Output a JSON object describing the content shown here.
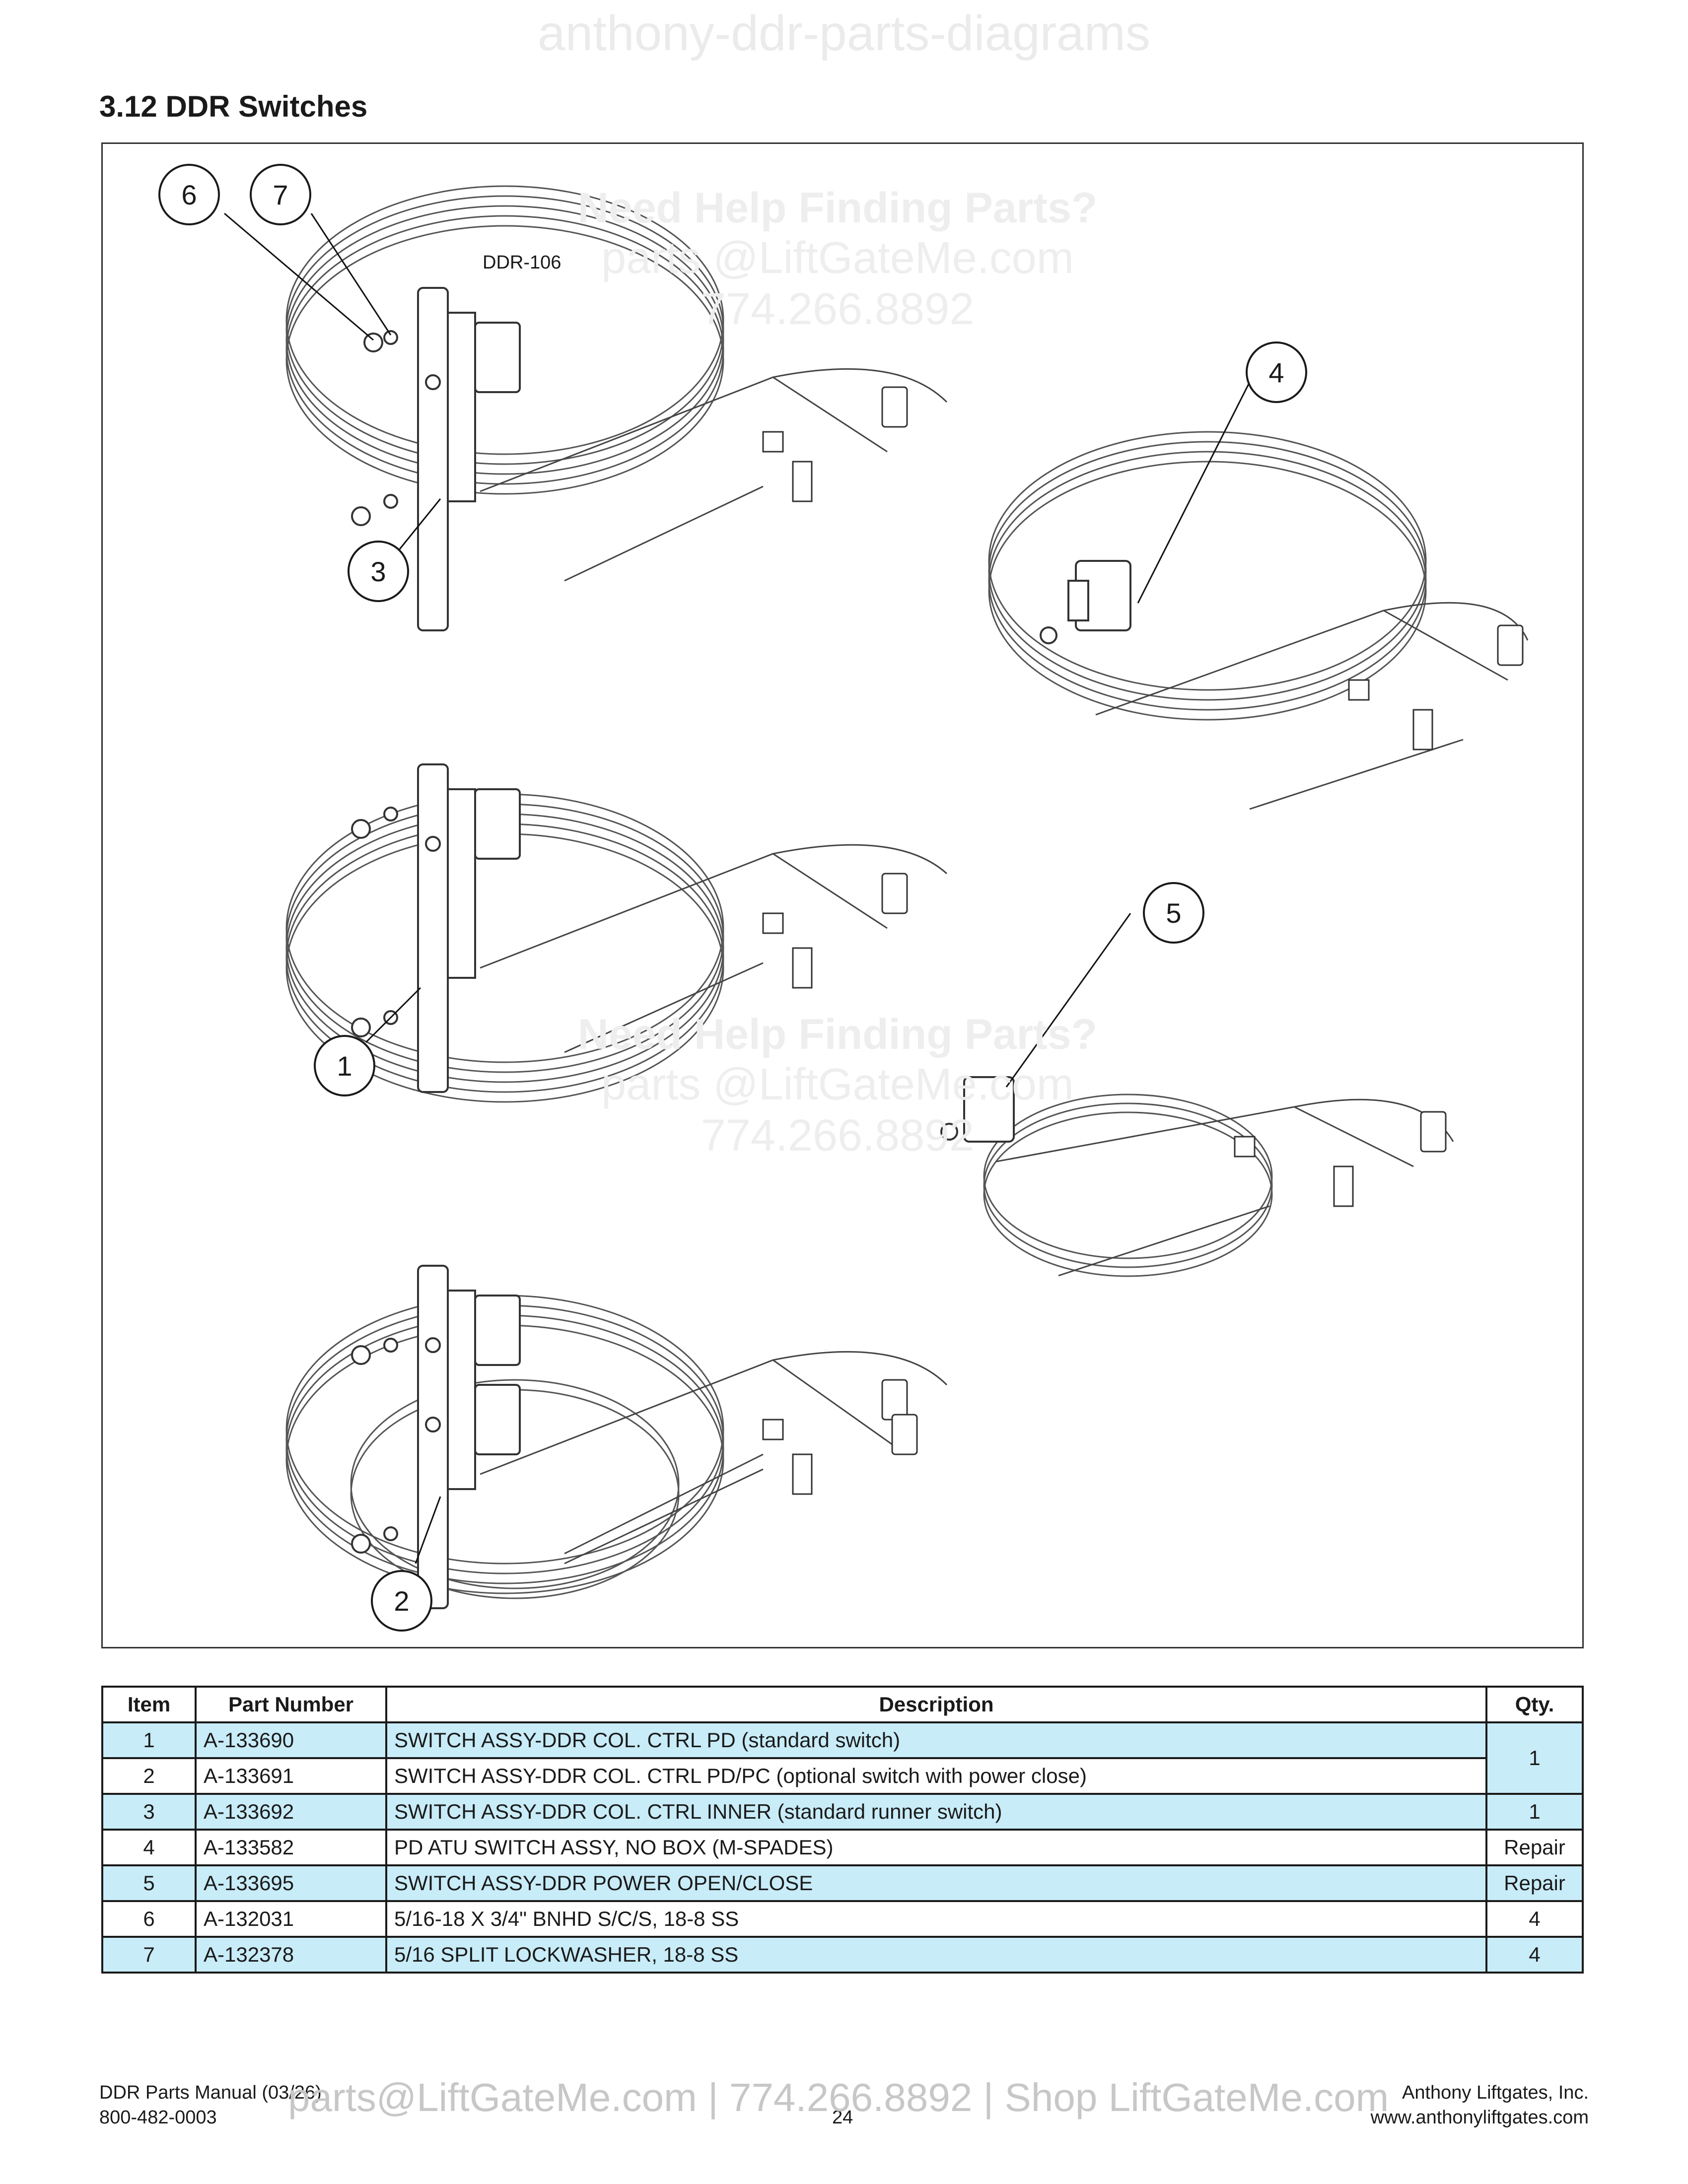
{
  "watermark_top": "anthony-ddr-parts-diagrams",
  "section_title": "3.12  DDR Switches",
  "figure": {
    "label_ddr106": "DDR-106",
    "watermark_1": {
      "line1": "Need Help Finding Parts?",
      "line2": "parts @LiftGateMe.com",
      "line3": "774.266.8892"
    },
    "watermark_2": {
      "line1": "Need Help Finding Parts?",
      "line2": "parts @LiftGateMe.com",
      "line3": "774.266.8892"
    },
    "callouts": [
      "1",
      "2",
      "3",
      "4",
      "5",
      "6",
      "7"
    ]
  },
  "table": {
    "headers": [
      "Item",
      "Part Number",
      "Description",
      "Qty."
    ],
    "rows": [
      {
        "item": "1",
        "part": "A-133690",
        "desc": "SWITCH ASSY-DDR COL. CTRL PD (standard switch)",
        "qty": "1"
      },
      {
        "item": "2",
        "part": "A-133691",
        "desc": "SWITCH ASSY-DDR COL. CTRL PD/PC (optional switch with power close)",
        "qty": "1"
      },
      {
        "item": "3",
        "part": "A-133692",
        "desc": "SWITCH ASSY-DDR COL. CTRL INNER (standard runner switch)",
        "qty": "1"
      },
      {
        "item": "4",
        "part": "A-133582",
        "desc": "PD ATU SWITCH ASSY, NO BOX (M-SPADES)",
        "qty": "Repair"
      },
      {
        "item": "5",
        "part": "A-133695",
        "desc": "SWITCH ASSY-DDR POWER OPEN/CLOSE",
        "qty": "Repair"
      },
      {
        "item": "6",
        "part": "A-132031",
        "desc": "5/16-18 X 3/4\" BNHD S/C/S, 18-8 SS",
        "qty": "4"
      },
      {
        "item": "7",
        "part": "A-132378",
        "desc": "5/16 SPLIT LOCKWASHER, 18-8 SS",
        "qty": "4"
      }
    ]
  },
  "footer": {
    "manual": "DDR Parts Manual (03/26)",
    "phone": "800-482-0003",
    "page": "24",
    "company": "Anthony Liftgates, Inc.",
    "website": "www.anthonyliftgates.com",
    "watermark": "parts@LiftGateMe.com | 774.266.8892 | Shop LiftGateMe.com"
  }
}
